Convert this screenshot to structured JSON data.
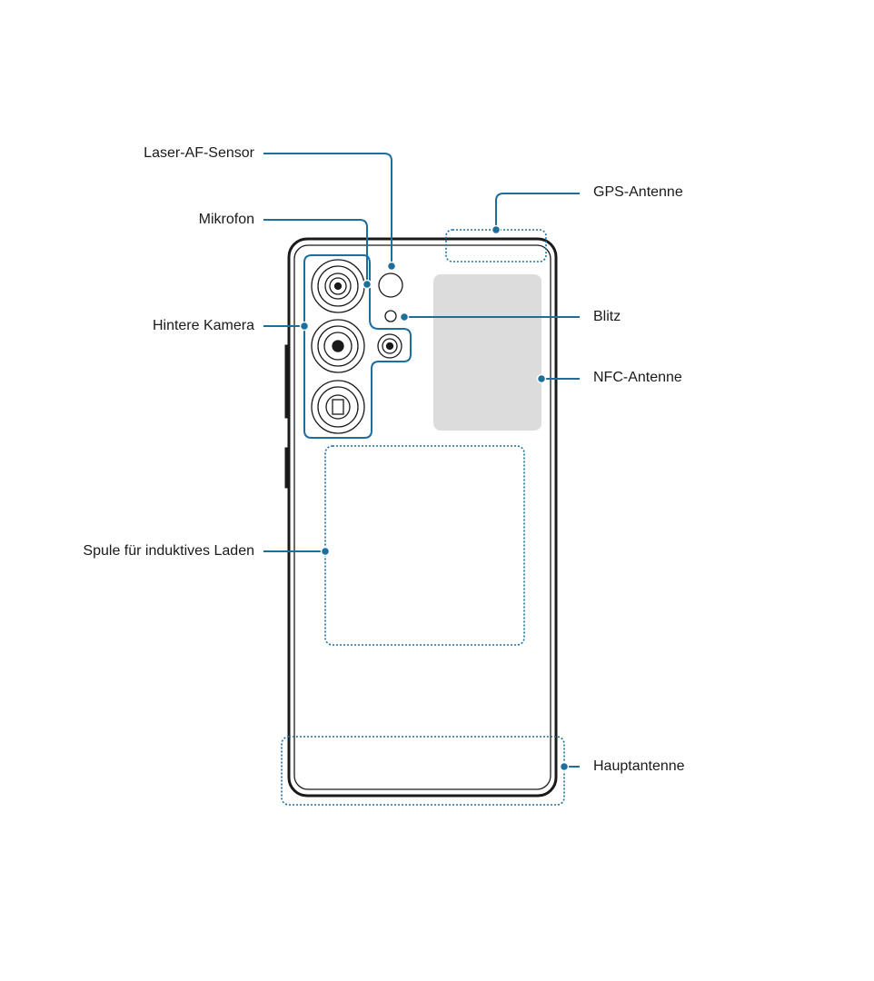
{
  "colors": {
    "accent": "#1b6f9f",
    "outline": "#1a1a1a",
    "nfc_fill": "#dcdcdc"
  },
  "labels": {
    "laser_af": "Laser-AF-Sensor",
    "mic": "Mikrofon",
    "rear_camera": "Hintere Kamera",
    "wireless_coil": "Spule für induktives Laden",
    "gps": "GPS-Antenne",
    "flash": "Blitz",
    "nfc": "NFC-Antenne",
    "main_antenna": "Hauptantenne"
  }
}
